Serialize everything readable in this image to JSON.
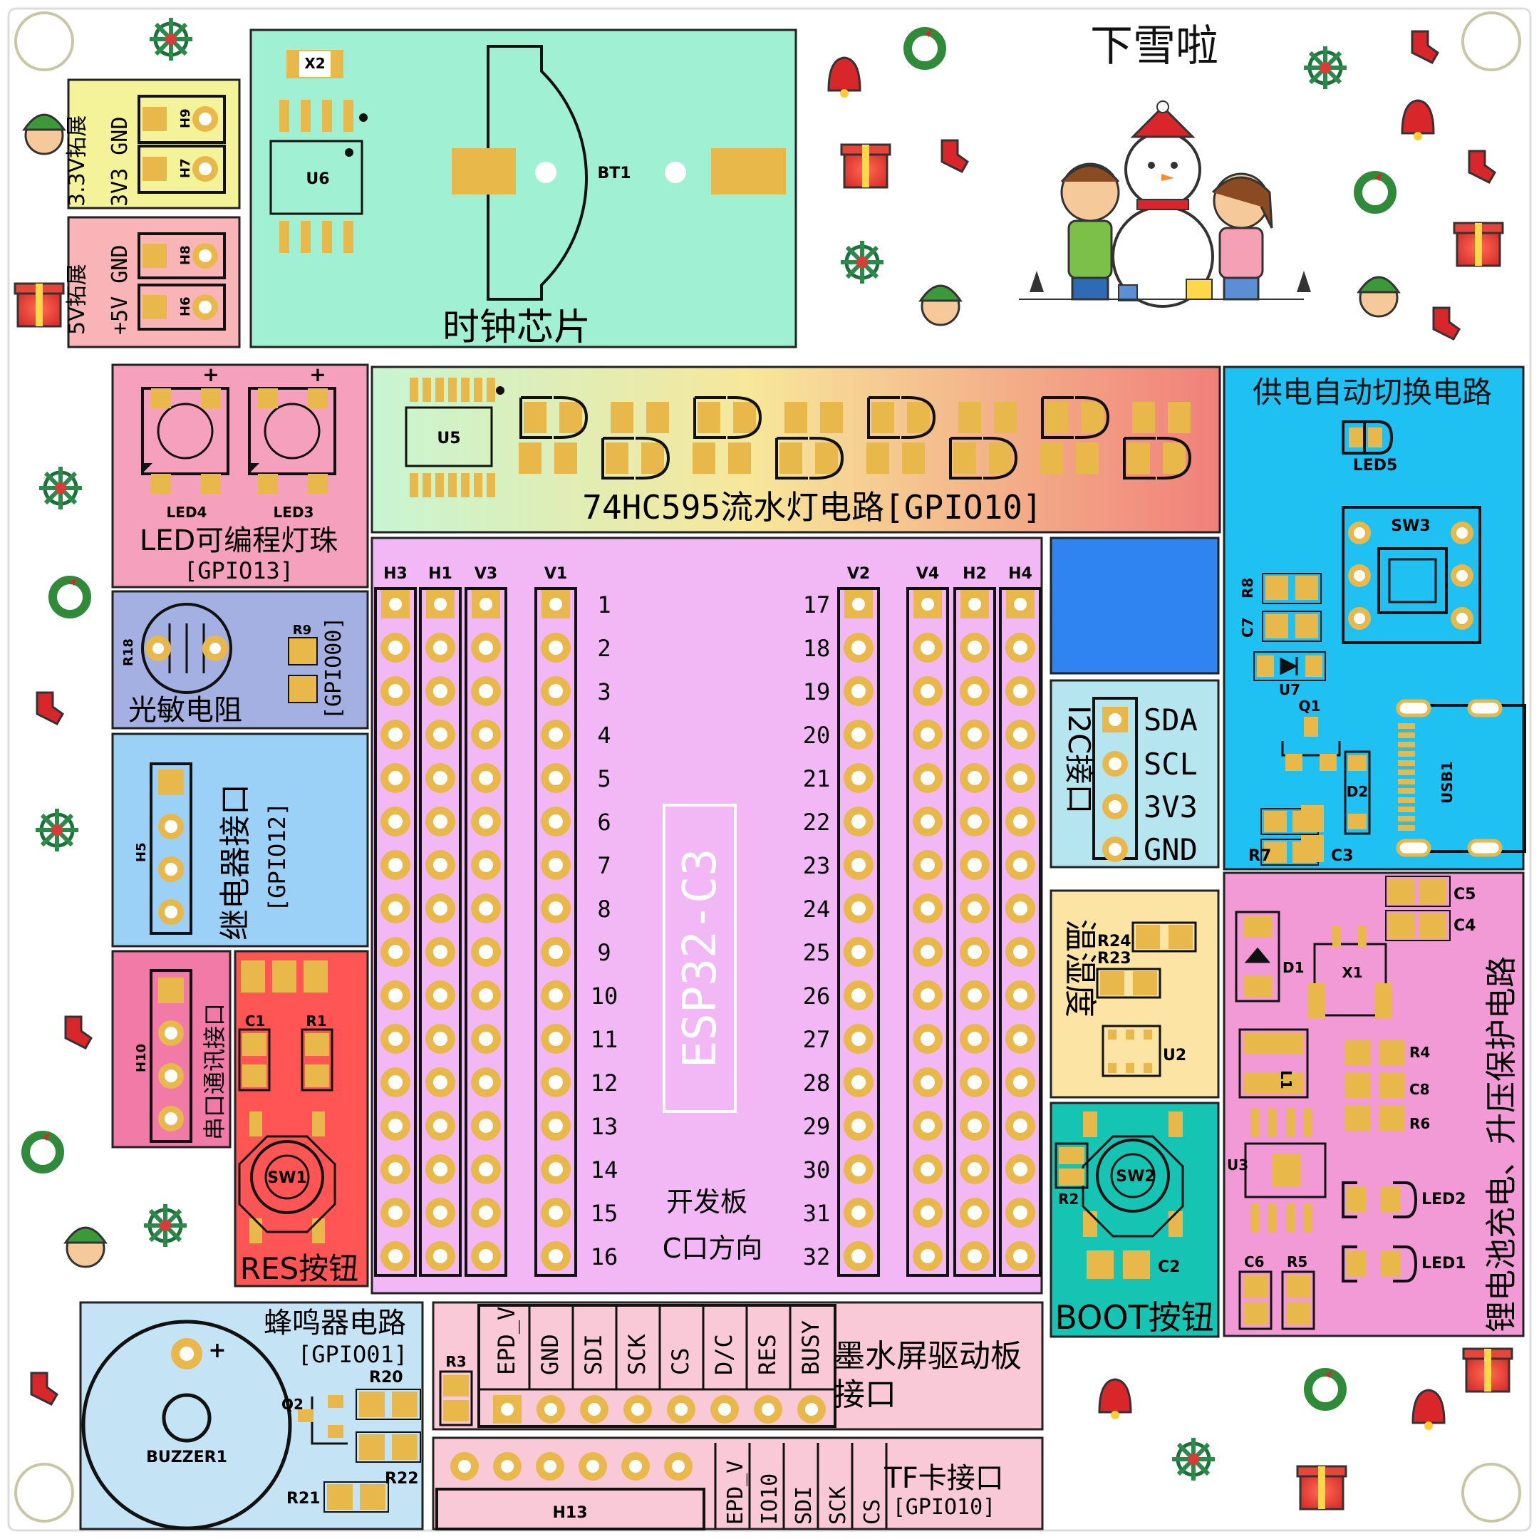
{
  "clock": {
    "title": "时钟芯片",
    "x2": "X2",
    "u6": "U6",
    "bt1": "BT1"
  },
  "ext33": {
    "title": "3.3V拓展",
    "pins": "3V3 GND",
    "h9": "H9",
    "h7": "H7"
  },
  "ext5": {
    "title": "5V拓展",
    "pins": "+5V GND",
    "h8": "H8",
    "h6": "H6"
  },
  "greeting": "下雪啦",
  "led_section": {
    "title": "LED可编程灯珠",
    "gpio": "[GPIO13]",
    "led4": "LED4",
    "led3": "LED3",
    "plus": "+"
  },
  "light_section": {
    "title": "光敏电阻",
    "gpio": "[GPIO00]",
    "r18": "R18",
    "r9": "R9"
  },
  "relay_section": {
    "title": "继电器接口",
    "gpio": "[GPIO12]",
    "h5": "H5"
  },
  "uart_section": {
    "title": "串口通讯接口",
    "h10": "H10"
  },
  "res_section": {
    "title": "RES按钮",
    "c1": "C1",
    "r1": "R1",
    "sw1": "SW1"
  },
  "hc595": {
    "title": "74HC595流水灯电路[GPIO10]",
    "u5": "U5"
  },
  "power_switch": {
    "title": "供电自动切换电路",
    "led5": "LED5",
    "sw3": "SW3",
    "r8": "R8",
    "c7": "C7",
    "u7": "U7",
    "q1": "Q1",
    "d2": "D2",
    "usb1": "USB1",
    "r7": "R7",
    "c3": "C3"
  },
  "esp": {
    "title": "ESP32-C3",
    "subtitle1": "开发板",
    "subtitle2": "C口方向",
    "headers": [
      "H3",
      "H1",
      "V3",
      "V1",
      "V2",
      "V4",
      "H2",
      "H4"
    ],
    "left_pins": [
      "1",
      "2",
      "3",
      "4",
      "5",
      "6",
      "7",
      "8",
      "9",
      "10",
      "11",
      "12",
      "13",
      "14",
      "15",
      "16"
    ],
    "right_pins": [
      "17",
      "18",
      "19",
      "20",
      "21",
      "22",
      "23",
      "24",
      "25",
      "26",
      "27",
      "28",
      "29",
      "30",
      "31",
      "32"
    ]
  },
  "i2c": {
    "title": "I2C接口",
    "pins": [
      "SDA",
      "SCL",
      "3V3",
      "GND"
    ]
  },
  "temp": {
    "title": "温湿度",
    "r24": "R24",
    "r23": "R23",
    "u2": "U2"
  },
  "boot": {
    "title": "BOOT按钮",
    "sw2": "SW2",
    "r2": "R2",
    "c2": "C2"
  },
  "charge": {
    "title": "锂电池充电、升压保护电路",
    "c5": "C5",
    "c4": "C4",
    "d1": "D1",
    "x1": "X1",
    "l1": "L1",
    "r4": "R4",
    "c8": "C8",
    "r6": "R6",
    "u3": "U3",
    "led2": "LED2",
    "led1": "LED1",
    "c6": "C6",
    "r5": "R5"
  },
  "buzzer": {
    "title": "蜂鸣器电路",
    "gpio": "[GPIO01]",
    "plus": "+",
    "name": "BUZZER1",
    "q2": "Q2",
    "r20": "R20",
    "r21": "R21",
    "r22": "R22"
  },
  "epaper": {
    "title1": "墨水屏驱动板",
    "title2": "接口",
    "r3": "R3",
    "pins": [
      "EPD_V",
      "GND",
      "SDI",
      "SCK",
      "CS",
      "D/C",
      "RES",
      "BUSY"
    ]
  },
  "tf": {
    "title": "TF卡接口",
    "gpio": "[GPIO10]",
    "h13": "H13",
    "pins": [
      "EPD_V",
      "IO10",
      "SDI",
      "SCK",
      "CS"
    ]
  }
}
